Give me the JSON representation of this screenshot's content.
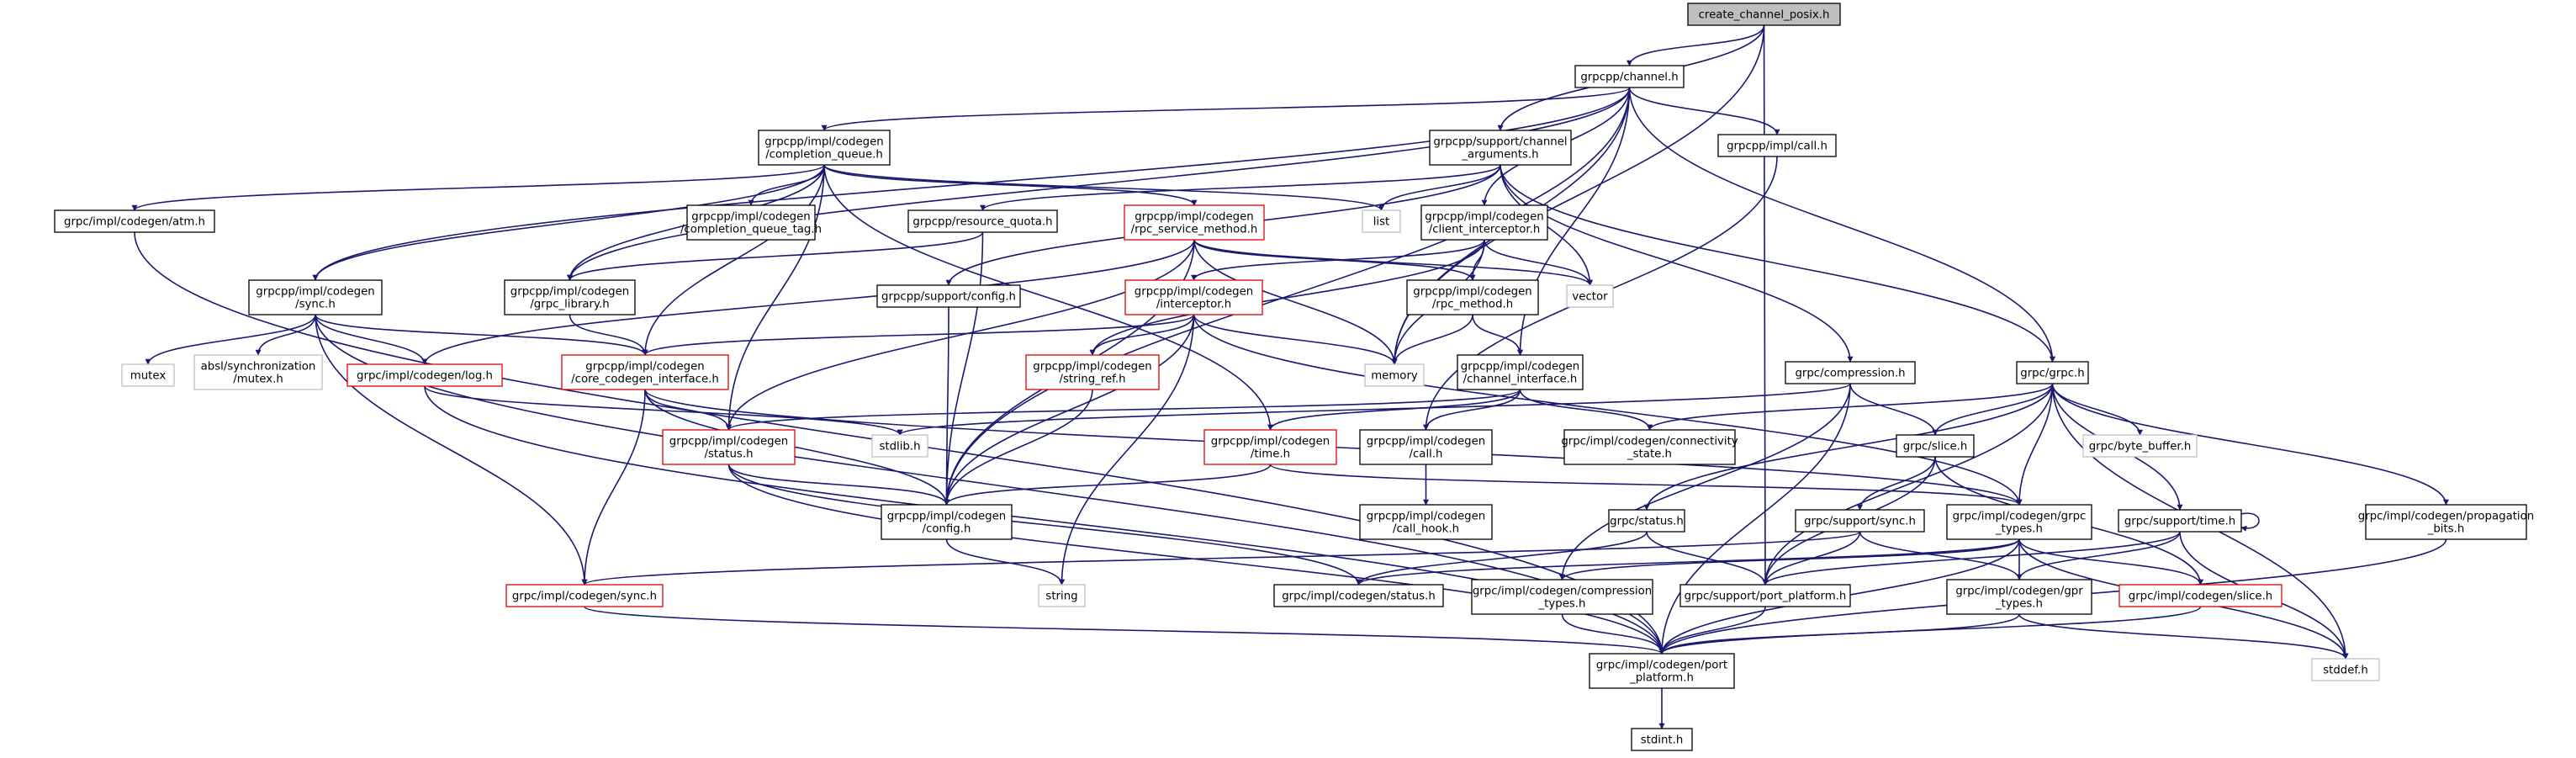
{
  "graph": {
    "colors": {
      "edge": "#191970",
      "box_black": "#000000",
      "box_red": "#e00000",
      "box_gray": "#bfbfbf",
      "root_fill": "#bfbfbf",
      "fill": "#ffffff"
    },
    "nodes": [
      {
        "id": "create_channel_posix",
        "lines": [
          "create_channel_posix.h"
        ],
        "style": "root"
      },
      {
        "id": "grpcpp_channel",
        "lines": [
          "grpcpp/channel.h"
        ],
        "style": "black"
      },
      {
        "id": "grpcpp_completion_queue",
        "lines": [
          "grpcpp/impl/codegen",
          "/completion_queue.h"
        ],
        "style": "black"
      },
      {
        "id": "grpcpp_channel_arguments",
        "lines": [
          "grpcpp/support/channel",
          "_arguments.h"
        ],
        "style": "black"
      },
      {
        "id": "grpcpp_impl_call",
        "lines": [
          "grpcpp/impl/call.h"
        ],
        "style": "black"
      },
      {
        "id": "grpc_atm",
        "lines": [
          "grpc/impl/codegen/atm.h"
        ],
        "style": "black"
      },
      {
        "id": "grpcpp_completion_queue_tag",
        "lines": [
          "grpcpp/impl/codegen",
          "/completion_queue_tag.h"
        ],
        "style": "black"
      },
      {
        "id": "list",
        "lines": [
          "list"
        ],
        "style": "gray"
      },
      {
        "id": "grpcpp_resource_quota",
        "lines": [
          "grpcpp/resource_quota.h"
        ],
        "style": "black"
      },
      {
        "id": "grpcpp_rpc_service_method",
        "lines": [
          "grpcpp/impl/codegen",
          "/rpc_service_method.h"
        ],
        "style": "red"
      },
      {
        "id": "grpcpp_client_interceptor",
        "lines": [
          "grpcpp/impl/codegen",
          "/client_interceptor.h"
        ],
        "style": "black"
      },
      {
        "id": "vector",
        "lines": [
          "vector"
        ],
        "style": "gray"
      },
      {
        "id": "grpcpp_sync",
        "lines": [
          "grpcpp/impl/codegen",
          "/sync.h"
        ],
        "style": "black"
      },
      {
        "id": "grpcpp_grpc_library",
        "lines": [
          "grpcpp/impl/codegen",
          "/grpc_library.h"
        ],
        "style": "black"
      },
      {
        "id": "grpcpp_support_config",
        "lines": [
          "grpcpp/support/config.h"
        ],
        "style": "black"
      },
      {
        "id": "grpcpp_interceptor",
        "lines": [
          "grpcpp/impl/codegen",
          "/interceptor.h"
        ],
        "style": "red"
      },
      {
        "id": "grpcpp_rpc_method",
        "lines": [
          "grpcpp/impl/codegen",
          "/rpc_method.h"
        ],
        "style": "black"
      },
      {
        "id": "grpc_grpc",
        "lines": [
          "grpc/grpc.h"
        ],
        "style": "black"
      },
      {
        "id": "mutex",
        "lines": [
          "mutex"
        ],
        "style": "gray"
      },
      {
        "id": "absl_mutex",
        "lines": [
          "absl/synchronization",
          "/mutex.h"
        ],
        "style": "gray"
      },
      {
        "id": "grpc_log",
        "lines": [
          "grpc/impl/codegen/log.h"
        ],
        "style": "red"
      },
      {
        "id": "grpcpp_core_codegen_interface",
        "lines": [
          "grpcpp/impl/codegen",
          "/core_codegen_interface.h"
        ],
        "style": "red"
      },
      {
        "id": "grpcpp_string_ref",
        "lines": [
          "grpcpp/impl/codegen",
          "/string_ref.h"
        ],
        "style": "red"
      },
      {
        "id": "memory",
        "lines": [
          "memory"
        ],
        "style": "gray"
      },
      {
        "id": "grpcpp_channel_interface",
        "lines": [
          "grpcpp/impl/codegen",
          "/channel_interface.h"
        ],
        "style": "black"
      },
      {
        "id": "grpc_compression",
        "lines": [
          "grpc/compression.h"
        ],
        "style": "black"
      },
      {
        "id": "grpc_byte_buffer",
        "lines": [
          "grpc/byte_buffer.h"
        ],
        "style": "gray"
      },
      {
        "id": "grpcpp_status",
        "lines": [
          "grpcpp/impl/codegen",
          "/status.h"
        ],
        "style": "red"
      },
      {
        "id": "stdlib",
        "lines": [
          "stdlib.h"
        ],
        "style": "gray"
      },
      {
        "id": "grpcpp_time",
        "lines": [
          "grpcpp/impl/codegen",
          "/time.h"
        ],
        "style": "red"
      },
      {
        "id": "grpcpp_call_codegen",
        "lines": [
          "grpcpp/impl/codegen",
          "/call.h"
        ],
        "style": "black"
      },
      {
        "id": "grpc_connectivity_state",
        "lines": [
          "grpc/impl/codegen/connectivity",
          "_state.h"
        ],
        "style": "black"
      },
      {
        "id": "grpc_slice",
        "lines": [
          "grpc/slice.h"
        ],
        "style": "black"
      },
      {
        "id": "grpcpp_config",
        "lines": [
          "grpcpp/impl/codegen",
          "/config.h"
        ],
        "style": "black"
      },
      {
        "id": "grpcpp_call_hook",
        "lines": [
          "grpcpp/impl/codegen",
          "/call_hook.h"
        ],
        "style": "black"
      },
      {
        "id": "grpc_status",
        "lines": [
          "grpc/status.h"
        ],
        "style": "black"
      },
      {
        "id": "grpc_support_sync",
        "lines": [
          "grpc/support/sync.h"
        ],
        "style": "black"
      },
      {
        "id": "grpc_grpc_types",
        "lines": [
          "grpc/impl/codegen/grpc",
          "_types.h"
        ],
        "style": "black"
      },
      {
        "id": "grpc_support_time",
        "lines": [
          "grpc/support/time.h"
        ],
        "style": "black"
      },
      {
        "id": "grpc_propagation_bits",
        "lines": [
          "grpc/impl/codegen/propagation",
          "_bits.h"
        ],
        "style": "black"
      },
      {
        "id": "string",
        "lines": [
          "string"
        ],
        "style": "gray"
      },
      {
        "id": "grpc_codegen_sync",
        "lines": [
          "grpc/impl/codegen/sync.h"
        ],
        "style": "red"
      },
      {
        "id": "grpc_codegen_status",
        "lines": [
          "grpc/impl/codegen/status.h"
        ],
        "style": "black"
      },
      {
        "id": "grpc_compression_types",
        "lines": [
          "grpc/impl/codegen/compression",
          "_types.h"
        ],
        "style": "black"
      },
      {
        "id": "grpc_support_port_platform",
        "lines": [
          "grpc/support/port_platform.h"
        ],
        "style": "black"
      },
      {
        "id": "grpc_gpr_types",
        "lines": [
          "grpc/impl/codegen/gpr",
          "_types.h"
        ],
        "style": "black"
      },
      {
        "id": "grpc_codegen_slice",
        "lines": [
          "grpc/impl/codegen/slice.h"
        ],
        "style": "red"
      },
      {
        "id": "grpc_port_platform",
        "lines": [
          "grpc/impl/codegen/port",
          "_platform.h"
        ],
        "style": "black"
      },
      {
        "id": "stddef",
        "lines": [
          "stddef.h"
        ],
        "style": "gray"
      },
      {
        "id": "stdint",
        "lines": [
          "stdint.h"
        ],
        "style": "black"
      }
    ],
    "edges": [
      [
        "create_channel_posix",
        "grpcpp_channel"
      ],
      [
        "create_channel_posix",
        "grpcpp_channel_arguments"
      ],
      [
        "create_channel_posix",
        "memory"
      ],
      [
        "create_channel_posix",
        "grpc_support_port_platform"
      ],
      [
        "grpcpp_channel",
        "grpcpp_completion_queue"
      ],
      [
        "grpcpp_channel",
        "grpcpp_impl_call"
      ],
      [
        "grpcpp_channel",
        "grpcpp_client_interceptor"
      ],
      [
        "grpcpp_channel",
        "grpcpp_sync"
      ],
      [
        "grpcpp_channel",
        "grpcpp_grpc_library"
      ],
      [
        "grpcpp_channel",
        "grpcpp_channel_interface"
      ],
      [
        "grpcpp_channel",
        "grpcpp_config"
      ],
      [
        "grpcpp_channel",
        "grpc_grpc"
      ],
      [
        "grpcpp_channel",
        "memory"
      ],
      [
        "grpcpp_completion_queue",
        "grpc_atm"
      ],
      [
        "grpcpp_completion_queue",
        "grpcpp_completion_queue_tag"
      ],
      [
        "grpcpp_completion_queue",
        "list"
      ],
      [
        "grpcpp_completion_queue",
        "grpcpp_rpc_service_method"
      ],
      [
        "grpcpp_completion_queue",
        "grpcpp_sync"
      ],
      [
        "grpcpp_completion_queue",
        "grpcpp_grpc_library"
      ],
      [
        "grpcpp_completion_queue",
        "grpcpp_core_codegen_interface"
      ],
      [
        "grpcpp_completion_queue",
        "grpcpp_status"
      ],
      [
        "grpcpp_completion_queue",
        "grpcpp_time"
      ],
      [
        "grpcpp_channel_arguments",
        "grpcpp_resource_quota"
      ],
      [
        "grpcpp_channel_arguments",
        "list"
      ],
      [
        "grpcpp_channel_arguments",
        "vector"
      ],
      [
        "grpcpp_channel_arguments",
        "grpcpp_support_config"
      ],
      [
        "grpcpp_channel_arguments",
        "grpc_compression"
      ],
      [
        "grpcpp_channel_arguments",
        "grpc_grpc"
      ],
      [
        "grpcpp_impl_call",
        "grpcpp_call_codegen"
      ],
      [
        "grpc_atm",
        "grpc_port_platform"
      ],
      [
        "grpcpp_resource_quota",
        "grpcpp_grpc_library"
      ],
      [
        "grpcpp_resource_quota",
        "grpcpp_config"
      ],
      [
        "grpcpp_rpc_service_method",
        "grpcpp_rpc_method"
      ],
      [
        "grpcpp_rpc_service_method",
        "grpc_log"
      ],
      [
        "grpcpp_rpc_service_method",
        "grpcpp_status"
      ],
      [
        "grpcpp_rpc_service_method",
        "grpcpp_config"
      ],
      [
        "grpcpp_rpc_service_method",
        "memory"
      ],
      [
        "grpcpp_rpc_service_method",
        "vector"
      ],
      [
        "grpcpp_client_interceptor",
        "grpcpp_interceptor"
      ],
      [
        "grpcpp_client_interceptor",
        "grpcpp_rpc_method"
      ],
      [
        "grpcpp_client_interceptor",
        "grpcpp_string_ref"
      ],
      [
        "grpcpp_client_interceptor",
        "memory"
      ],
      [
        "grpcpp_client_interceptor",
        "vector"
      ],
      [
        "grpcpp_sync",
        "mutex"
      ],
      [
        "grpcpp_sync",
        "absl_mutex"
      ],
      [
        "grpcpp_sync",
        "grpc_log"
      ],
      [
        "grpcpp_sync",
        "grpcpp_core_codegen_interface"
      ],
      [
        "grpcpp_sync",
        "grpc_codegen_sync"
      ],
      [
        "grpcpp_sync",
        "grpc_port_platform"
      ],
      [
        "grpcpp_grpc_library",
        "grpcpp_core_codegen_interface"
      ],
      [
        "grpcpp_support_config",
        "grpcpp_config"
      ],
      [
        "grpcpp_interceptor",
        "grpcpp_core_codegen_interface"
      ],
      [
        "grpcpp_interceptor",
        "grpcpp_string_ref"
      ],
      [
        "grpcpp_interceptor",
        "memory"
      ],
      [
        "grpcpp_interceptor",
        "grpcpp_config"
      ],
      [
        "grpcpp_interceptor",
        "string"
      ],
      [
        "grpcpp_interceptor",
        "grpc_grpc_types"
      ],
      [
        "grpcpp_rpc_method",
        "grpcpp_channel_interface"
      ],
      [
        "grpcpp_rpc_method",
        "memory"
      ],
      [
        "grpc_grpc",
        "grpc_support_port_platform"
      ],
      [
        "grpc_grpc",
        "grpc_status"
      ],
      [
        "grpc_grpc",
        "grpc_byte_buffer"
      ],
      [
        "grpc_grpc",
        "grpc_connectivity_state"
      ],
      [
        "grpc_grpc",
        "grpc_grpc_types"
      ],
      [
        "grpc_grpc",
        "grpc_propagation_bits"
      ],
      [
        "grpc_grpc",
        "grpc_slice"
      ],
      [
        "grpc_grpc",
        "grpc_support_time"
      ],
      [
        "grpc_grpc",
        "stddef"
      ],
      [
        "grpc_log",
        "stdlib"
      ],
      [
        "grpc_log",
        "grpc_port_platform"
      ],
      [
        "grpcpp_core_codegen_interface",
        "grpcpp_config"
      ],
      [
        "grpcpp_core_codegen_interface",
        "grpcpp_status"
      ],
      [
        "grpcpp_core_codegen_interface",
        "grpc_codegen_sync"
      ],
      [
        "grpcpp_core_codegen_interface",
        "grpc_grpc_types"
      ],
      [
        "grpcpp_string_ref",
        "grpcpp_config"
      ],
      [
        "grpcpp_channel_interface",
        "grpcpp_status"
      ],
      [
        "grpcpp_channel_interface",
        "grpcpp_call_codegen"
      ],
      [
        "grpcpp_channel_interface",
        "grpcpp_time"
      ],
      [
        "grpcpp_channel_interface",
        "grpc_connectivity_state"
      ],
      [
        "grpc_compression",
        "stdlib"
      ],
      [
        "grpc_compression",
        "grpc_compression_types"
      ],
      [
        "grpc_compression",
        "grpc_slice"
      ],
      [
        "grpc_compression",
        "grpc_port_platform"
      ],
      [
        "grpcpp_status",
        "grpcpp_config"
      ],
      [
        "grpcpp_status",
        "grpc_codegen_status"
      ],
      [
        "grpcpp_status",
        "grpc_port_platform"
      ],
      [
        "grpcpp_time",
        "grpcpp_config"
      ],
      [
        "grpcpp_time",
        "grpc_grpc_types"
      ],
      [
        "grpcpp_call_codegen",
        "grpcpp_call_hook"
      ],
      [
        "grpc_slice",
        "grpc_support_port_platform"
      ],
      [
        "grpc_slice",
        "grpc_support_sync"
      ],
      [
        "grpc_slice",
        "grpc_codegen_slice"
      ],
      [
        "grpcpp_config",
        "string"
      ],
      [
        "grpc_status",
        "grpc_support_port_platform"
      ],
      [
        "grpc_status",
        "grpc_codegen_status"
      ],
      [
        "grpc_support_sync",
        "grpc_support_port_platform"
      ],
      [
        "grpc_support_sync",
        "grpc_gpr_types"
      ],
      [
        "grpc_support_sync",
        "grpc_codegen_sync"
      ],
      [
        "grpc_grpc_types",
        "grpc_compression_types"
      ],
      [
        "grpc_grpc_types",
        "grpc_gpr_types"
      ],
      [
        "grpc_grpc_types",
        "grpc_codegen_slice"
      ],
      [
        "grpc_grpc_types",
        "grpc_codegen_status"
      ],
      [
        "grpc_grpc_types",
        "grpc_port_platform"
      ],
      [
        "grpc_grpc_types",
        "stddef"
      ],
      [
        "grpc_support_time",
        "grpc_support_time"
      ],
      [
        "grpc_support_time",
        "grpc_support_port_platform"
      ],
      [
        "grpc_support_time",
        "grpc_gpr_types"
      ],
      [
        "grpc_support_time",
        "stddef"
      ],
      [
        "grpc_propagation_bits",
        "grpc_port_platform"
      ],
      [
        "grpc_codegen_sync",
        "grpc_port_platform"
      ],
      [
        "grpc_compression_types",
        "grpc_port_platform"
      ],
      [
        "grpc_support_port_platform",
        "grpc_port_platform"
      ],
      [
        "grpc_gpr_types",
        "grpc_port_platform"
      ],
      [
        "grpc_gpr_types",
        "stddef"
      ],
      [
        "grpc_codegen_slice",
        "grpc_port_platform"
      ],
      [
        "grpc_port_platform",
        "stdint"
      ]
    ]
  }
}
